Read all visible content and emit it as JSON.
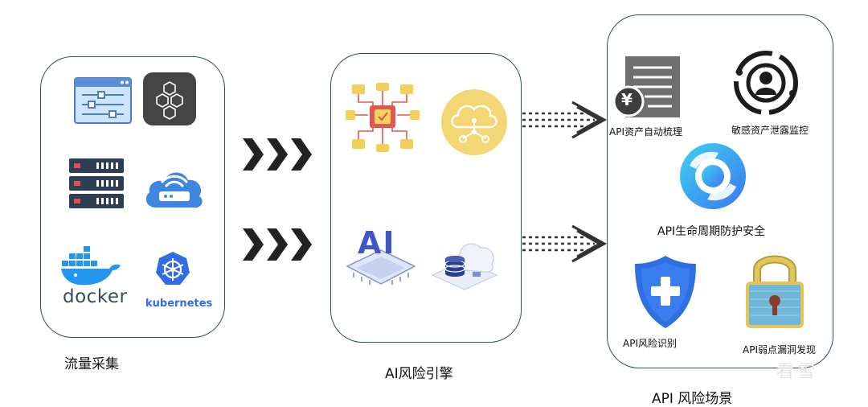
{
  "sections": {
    "collection": {
      "title": "流量采集",
      "icons": [
        "dashboard-window-icon",
        "hexagon-cluster-icon",
        "server-rack-icon",
        "wifi-router-icon",
        "docker-icon",
        "kubernetes-icon"
      ],
      "docker_text": "docker",
      "kubernetes_text": "kubernetes"
    },
    "engine": {
      "title": "AI风险引擎",
      "icons": [
        "circuit-chip-icon",
        "cloud-network-icon",
        "ai-chip-icon",
        "cloud-database-icon"
      ],
      "ai_text": "AI"
    },
    "scenarios": {
      "title": "API 风险场景",
      "currency_glyph": "¥",
      "items": {
        "asset_sorting": "API资产自动梳理",
        "sensitive_monitor": "敏感资产泄露监控",
        "lifecycle": "API生命周期防护安全",
        "risk_identify": "API风险识别",
        "vuln_discovery": "API弱点漏洞发现"
      }
    }
  },
  "watermark": "看雪",
  "colors": {
    "panel_border": "#2f4a60",
    "chevron": "#222222",
    "yellow_accent": "#f2d774",
    "blue_accent": "#2f6fe0"
  }
}
